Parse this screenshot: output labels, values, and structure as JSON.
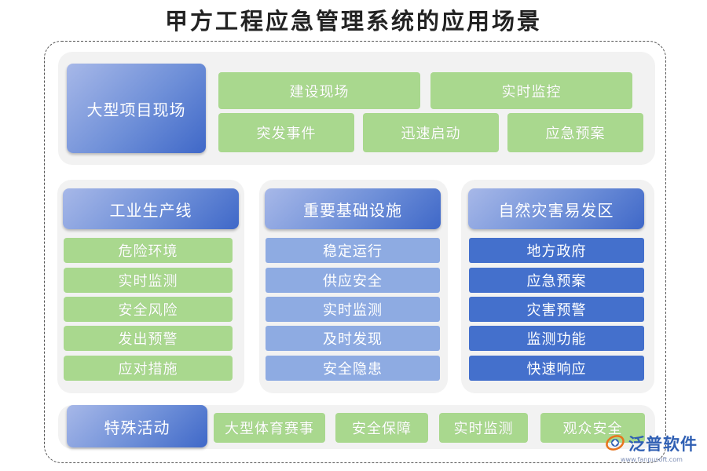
{
  "title": "甲方工程应急管理系统的应用场景",
  "top": {
    "header": "大型项目现场",
    "items": [
      "建设现场",
      "实时监控",
      "突发事件",
      "迅速启动",
      "应急预案"
    ]
  },
  "industrial": {
    "header": "工业生产线",
    "items": [
      "危险环境",
      "实时监测",
      "安全风险",
      "发出预警",
      "应对措施"
    ]
  },
  "infrastructure": {
    "header": "重要基础设施",
    "items": [
      "稳定运行",
      "供应安全",
      "实时监测",
      "及时发现",
      "安全隐患"
    ]
  },
  "disaster": {
    "header": "自然灾害易发区",
    "items": [
      "地方政府",
      "应急预案",
      "灾害预警",
      "监测功能",
      "快速响应"
    ]
  },
  "special": {
    "header": "特殊活动",
    "items": [
      "大型体育赛事",
      "安全保障",
      "实时监测",
      "观众安全"
    ]
  },
  "logo": {
    "name": "泛普软件",
    "url": "www.fanpusoft.com"
  },
  "colors": {
    "green": "#a9d88e",
    "light_blue": "#8eabe2",
    "dark_blue": "#4470cc",
    "panel": "#f2f2f2"
  }
}
